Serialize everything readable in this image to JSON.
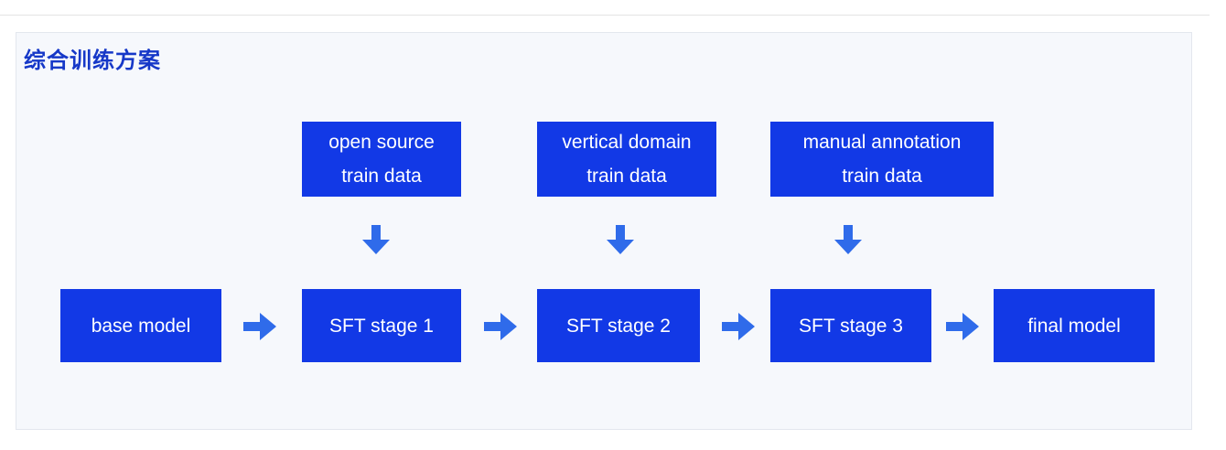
{
  "title": "综合训练方案",
  "data_sources": [
    {
      "line1": "open source",
      "line2": "train data"
    },
    {
      "line1": "vertical domain",
      "line2": "train data"
    },
    {
      "line1": "manual annotation",
      "line2": "train data"
    }
  ],
  "pipeline": {
    "base_model": "base model",
    "stage1": "SFT stage 1",
    "stage2": "SFT stage 2",
    "stage3": "SFT stage 3",
    "final_model": "final model"
  },
  "colors": {
    "box_fill": "#1239e6",
    "arrow_fill": "#2f6bea",
    "title": "#1638c8"
  }
}
